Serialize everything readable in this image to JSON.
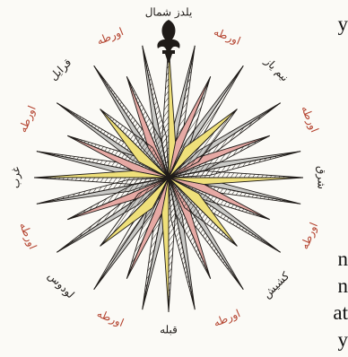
{
  "image": {
    "subject": "compass-rose-manuscript",
    "colors": {
      "paper": "#fbfaf6",
      "ink": "#1f1b18",
      "yellow": "#efe07a",
      "pink": "#e6a9a4",
      "grey": "#c9c9c6",
      "redInk": "#b4432f"
    }
  },
  "edge_text": {
    "top_right": "y",
    "bottom_right": [
      "n",
      "n",
      "at",
      "y"
    ]
  },
  "labels": [
    {
      "id": "north",
      "text": "يلدز شمال",
      "color": "#1f1b18"
    },
    {
      "id": "nne",
      "text": "اورطه",
      "color": "#b4432f"
    },
    {
      "id": "ne",
      "text": "نيم ياز",
      "color": "#1f1b18"
    },
    {
      "id": "ene",
      "text": "اورطه",
      "color": "#b4432f"
    },
    {
      "id": "east",
      "text": "شرق",
      "color": "#1f1b18"
    },
    {
      "id": "ese",
      "text": "اورطه",
      "color": "#b4432f"
    },
    {
      "id": "se",
      "text": "كشيش",
      "color": "#1f1b18"
    },
    {
      "id": "sse",
      "text": "اورطه",
      "color": "#b4432f"
    },
    {
      "id": "south",
      "text": "قبله",
      "color": "#1f1b18"
    },
    {
      "id": "ssw",
      "text": "اورطه",
      "color": "#b4432f"
    },
    {
      "id": "sw",
      "text": "لودوس",
      "color": "#1f1b18"
    },
    {
      "id": "wsw",
      "text": "اورطه",
      "color": "#b4432f"
    },
    {
      "id": "west",
      "text": "غرب",
      "color": "#1f1b18"
    },
    {
      "id": "wnw",
      "text": "اورطه",
      "color": "#b4432f"
    },
    {
      "id": "nw",
      "text": "قرايل",
      "color": "#1f1b18"
    },
    {
      "id": "nnw",
      "text": "اورطه",
      "color": "#b4432f"
    }
  ]
}
